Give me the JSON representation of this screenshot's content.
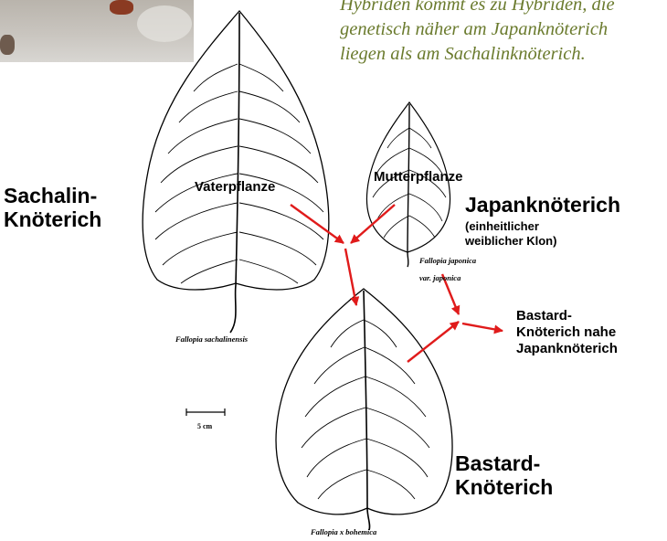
{
  "caption": {
    "line1": "Hybriden kommt es zu Hybriden, die",
    "line2": "genetisch näher am Japanknöterich",
    "line3": "liegen als am Sachalinknöterich."
  },
  "labels": {
    "sachalin_line1": "Sachalin-",
    "sachalin_line2": "Knöterich",
    "vaterpflanze": "Vaterpflanze",
    "mutterpflanze": "Mutterpflanze",
    "japan_title": "Japanknöterich",
    "japan_sub1": "(einheitlicher",
    "japan_sub2": "weiblicher Klon)",
    "hybrid_line1": "Bastard-",
    "hybrid_line2": "Knöterich nahe",
    "hybrid_line3": "Japanknöterich",
    "bastard_line1": "Bastard-",
    "bastard_line2": "Knöterich"
  },
  "species": {
    "sachalinensis": "Fallopia sachalinensis",
    "japonica_line1": "Fallopia japonica",
    "japonica_line2": "var. japonica",
    "bohemica": "Fallopia x bohemica"
  },
  "scale_bar": {
    "label": "5 cm"
  },
  "colors": {
    "arrow": "#e01b1b",
    "caption": "#6b7b2e",
    "leaf_outline": "#000000"
  }
}
